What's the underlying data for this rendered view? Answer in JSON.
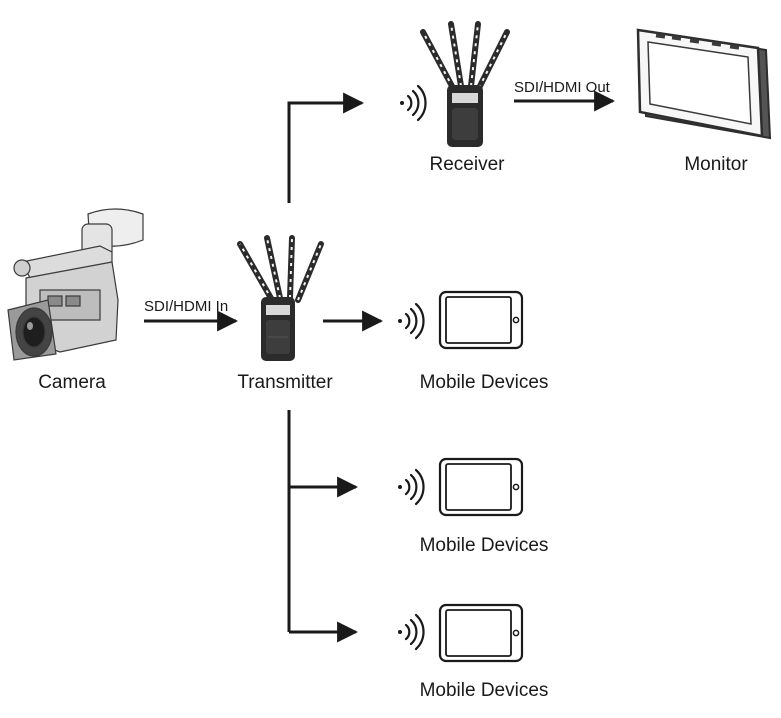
{
  "nodes": {
    "camera": "Camera",
    "transmitter": "Transmitter",
    "receiver": "Receiver",
    "monitor": "Monitor",
    "mobile_1": "Mobile Devices",
    "mobile_2": "Mobile Devices",
    "mobile_3": "Mobile Devices"
  },
  "edges": {
    "camera_to_transmitter": "SDI/HDMI In",
    "receiver_to_monitor": "SDI/HDMI Out"
  },
  "icons": {
    "camera": "video-camera-icon",
    "transmitter": "wireless-transmitter-icon",
    "receiver": "wireless-receiver-icon",
    "monitor": "field-monitor-icon",
    "mobile": "tablet-icon",
    "signal": "wireless-signal-icon"
  },
  "colors": {
    "line": "#1a1a1a",
    "device_body": "#2b2b2b",
    "device_stroke": "#3a3a3a"
  }
}
